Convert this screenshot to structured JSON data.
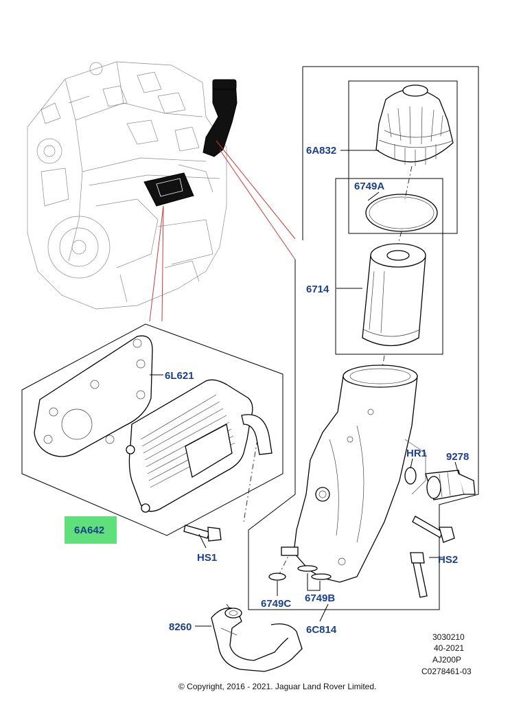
{
  "callouts": {
    "oil_filter_cap": "6A832",
    "o_ring_cap": "6749A",
    "filter_element": "6714",
    "gasket_cooler": "6L621",
    "cooler_assembly": "6A642",
    "seal_hr1": "HR1",
    "sensor": "9278",
    "bolt_hs1": "HS1",
    "bolt_hs2": "HS2",
    "seal_6749c": "6749C",
    "seal_6749b": "6749B",
    "hose": "8260",
    "housing": "6C814"
  },
  "reference": {
    "line1": "3030210",
    "line2": "40-2021",
    "line3": "AJ200P",
    "line4": "C0278461-03"
  },
  "copyright": "© Copyright, 2016 - 2021. Jaguar Land Rover Limited.",
  "colors": {
    "callout_text": "#1a3f8c",
    "highlight_fill": "#5fe07a",
    "leader_red": "#c83a3a"
  }
}
